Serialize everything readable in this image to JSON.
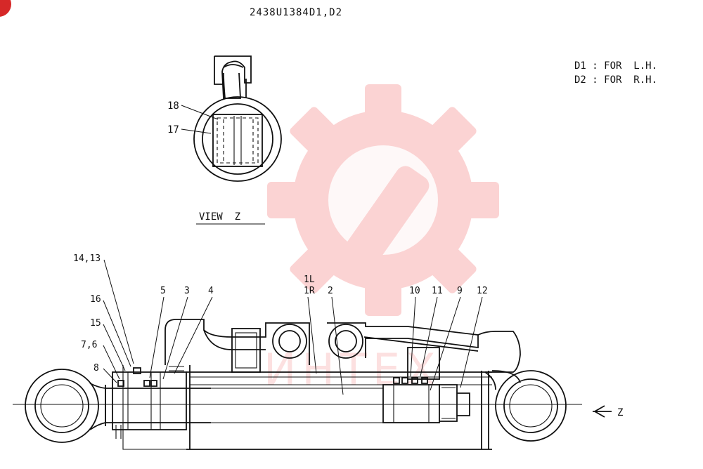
{
  "title": "2438U1384D1,D2",
  "notes": {
    "d1": "D1 : FOR  L.H.",
    "d2": "D2 : FOR  R.H."
  },
  "view": {
    "label": "VIEW  Z",
    "callouts": [
      "18",
      "17"
    ]
  },
  "main_callouts": {
    "c14_13": "14,13",
    "c16": "16",
    "c15": "15",
    "c7_6": "7,6",
    "c8": "8",
    "c5": "5",
    "c3": "3",
    "c4": "4",
    "c1l": "1L",
    "c1r": "1R",
    "c2": "2",
    "c10": "10",
    "c11": "11",
    "c9": "9",
    "c12": "12",
    "z": "Z"
  },
  "watermark": {
    "text": "ИНТЕХ",
    "color": "#ef5a5a"
  },
  "colors": {
    "line": "#111111",
    "badge": "#d62828"
  }
}
